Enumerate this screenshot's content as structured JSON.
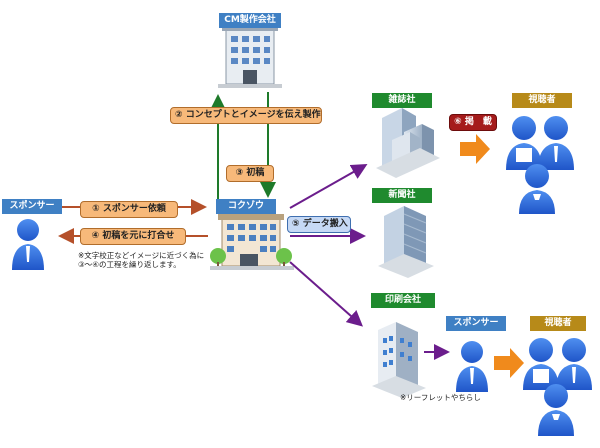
{
  "nodes": {
    "cm_company": "CM製作会社",
    "kokuzou": "コクゾウ",
    "sponsor_left": "スポンサー",
    "magazine": "雑誌社",
    "newspaper": "新聞社",
    "printing": "印刷会社",
    "viewers_top": "視聴者",
    "sponsor_right": "スポンサー",
    "viewers_bottom": "視聴者"
  },
  "steps": {
    "step1": "① スポンサー依頼",
    "step2": "② コンセプトとイメージを伝え製作",
    "step3": "③ 初稿",
    "step4": "④ 初稿を元に打合せ",
    "step5": "⑤ データ搬入",
    "step6": "⑥ 掲　載"
  },
  "notes": {
    "repeat_line1": "※文字校正などイメージに近づく為に",
    "repeat_line2": "③～④の工程を繰り返します。",
    "leaflet": "※リーフレットやちらし"
  },
  "colors": {
    "arrow_brown": "#b5502a",
    "arrow_green": "#1e7a2a",
    "arrow_purple": "#6b1d8c",
    "arrow_orange": "#f08a1c",
    "person_blue": "#2f6fe0"
  }
}
